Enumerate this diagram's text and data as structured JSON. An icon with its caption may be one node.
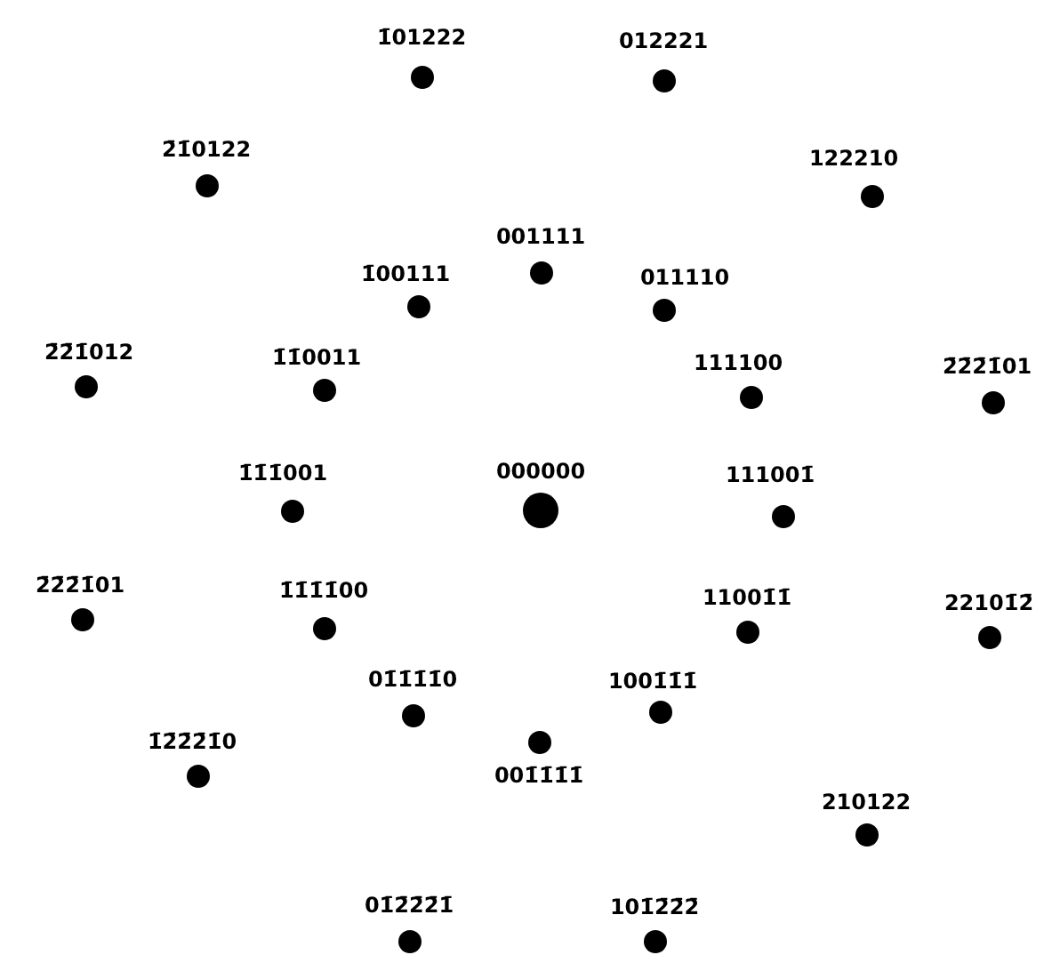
{
  "diagram": {
    "nodes": [
      {
        "text": [],
        "shape": "circle",
        "beside": [
          "1̄01222"
        ]
      },
      {
        "text": [],
        "shape": "circle",
        "beside": [
          "012221"
        ]
      },
      {
        "text": [],
        "shape": "circle",
        "beside": [
          "2̄1̄0122"
        ]
      },
      {
        "text": [],
        "shape": "circle",
        "beside": [
          "122210"
        ]
      },
      {
        "text": [],
        "shape": "circle",
        "beside": [
          "001111"
        ]
      },
      {
        "text": [],
        "shape": "circle",
        "beside": [
          "1̄00111"
        ]
      },
      {
        "text": [],
        "shape": "circle",
        "beside": [
          "011110"
        ]
      },
      {
        "text": [],
        "shape": "circle",
        "beside": [
          "2̄2̄1̄012"
        ]
      },
      {
        "text": [],
        "shape": "circle",
        "beside": [
          "1̄1̄0011"
        ]
      },
      {
        "text": [],
        "shape": "circle",
        "beside": [
          "111100"
        ]
      },
      {
        "text": [],
        "shape": "circle",
        "beside": [
          "2̄2̄2̄1̄01"
        ]
      },
      {
        "text": [],
        "shape": "circle",
        "beside": [
          "1̄1̄1̄001"
        ]
      },
      {
        "text": [],
        "shape": "circle",
        "beside": [
          "000000"
        ]
      },
      {
        "text": [],
        "shape": "circle",
        "beside": [
          "111001̄"
        ]
      },
      {
        "text": [],
        "shape": "circle",
        "beside": [
          "2̄2̄2̄1̄01"
        ]
      },
      {
        "text": [],
        "shape": "circle",
        "beside": [
          "1̄1̄1̄1̄00"
        ]
      },
      {
        "text": [],
        "shape": "circle",
        "beside": [
          "11001̄1̄"
        ]
      },
      {
        "text": [],
        "shape": "circle",
        "beside": [
          "22101̄2̄"
        ]
      },
      {
        "text": [],
        "shape": "circle",
        "beside": [
          "01̄1̄1̄1̄0"
        ]
      },
      {
        "text": [],
        "shape": "circle",
        "beside": [
          "1001̄1̄1̄"
        ]
      },
      {
        "text": [],
        "shape": "circle",
        "beside": [
          "001̄1̄1̄1̄"
        ]
      },
      {
        "text": [],
        "shape": "circle",
        "beside": [
          "1̄2̄2̄2̄1̄0"
        ]
      },
      {
        "text": [],
        "shape": "circle",
        "beside": [
          "210122"
        ]
      },
      {
        "text": [],
        "shape": "circle",
        "beside": [
          "01̄2̄2̄2̄1̄"
        ]
      },
      {
        "text": [],
        "shape": "circle",
        "beside": [
          "101̄2̄2̄2̄"
        ]
      }
    ]
  }
}
